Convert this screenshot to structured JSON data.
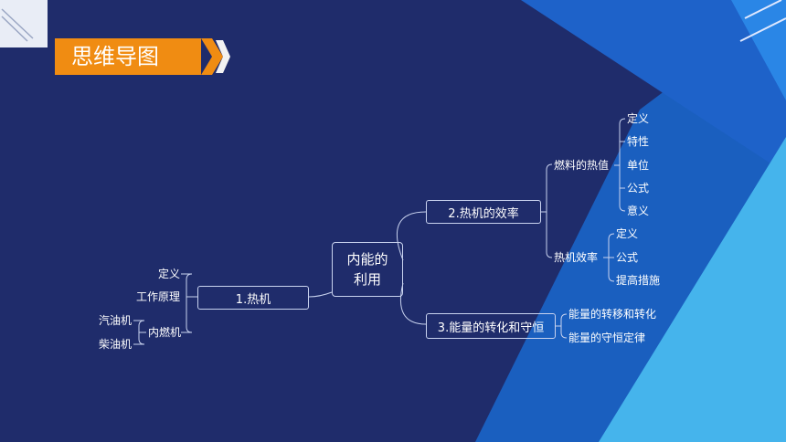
{
  "title": "思维导图",
  "center": {
    "line1": "内能的",
    "line2": "利用"
  },
  "branch1": {
    "label": "1.热机",
    "children": {
      "definition": "定义",
      "principle": "工作原理",
      "engine": "内燃机"
    },
    "engine_children": {
      "gasoline": "汽油机",
      "diesel": "柴油机"
    }
  },
  "branch2": {
    "label": "2.热机的效率",
    "fuel_heat": {
      "label": "燃料的热值",
      "items": [
        "定义",
        "特性",
        "单位",
        "公式",
        "意义"
      ]
    },
    "efficiency": {
      "label": "热机效率",
      "items": [
        "定义",
        "公式",
        "提高措施"
      ]
    }
  },
  "branch3": {
    "label": "3.能量的转化和守恒",
    "items": [
      "能量的转移和转化",
      "能量的守恒定律"
    ]
  },
  "colors": {
    "background": "#1f2c6b",
    "banner": "#f08c12",
    "accent_blue": "#2f8fe0",
    "line": "#c9d3ef"
  }
}
